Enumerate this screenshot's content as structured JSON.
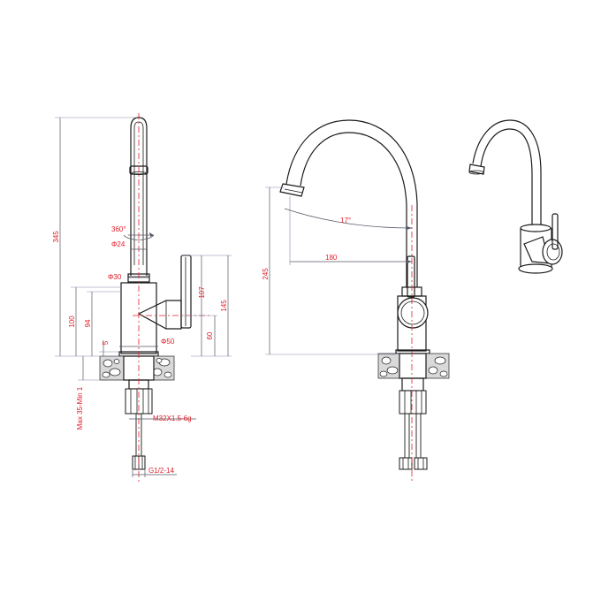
{
  "dimensions": {
    "overall_height": "345",
    "swivel_angle": "360°",
    "spout_diameter": "Φ24",
    "body_diameter": "Φ30",
    "base_diameter": "Φ50",
    "height_100": "100",
    "height_94": "94",
    "height_5": "5",
    "handle_height": "107",
    "height_145": "145",
    "height_60": "60",
    "deck_thickness": "Max 35-Min 1",
    "mount_thread": "M32X1.5-6g",
    "inlet_thread": "G1/2-14",
    "spout_angle": "17°",
    "spout_reach": "180",
    "spout_height": "245"
  },
  "colors": {
    "outline": "#1a1a1a",
    "dimension_text": "#e0202a",
    "center_line": "#e0202a",
    "dimension_line": "#555566",
    "countertop_fill": "#d9d9d9"
  }
}
